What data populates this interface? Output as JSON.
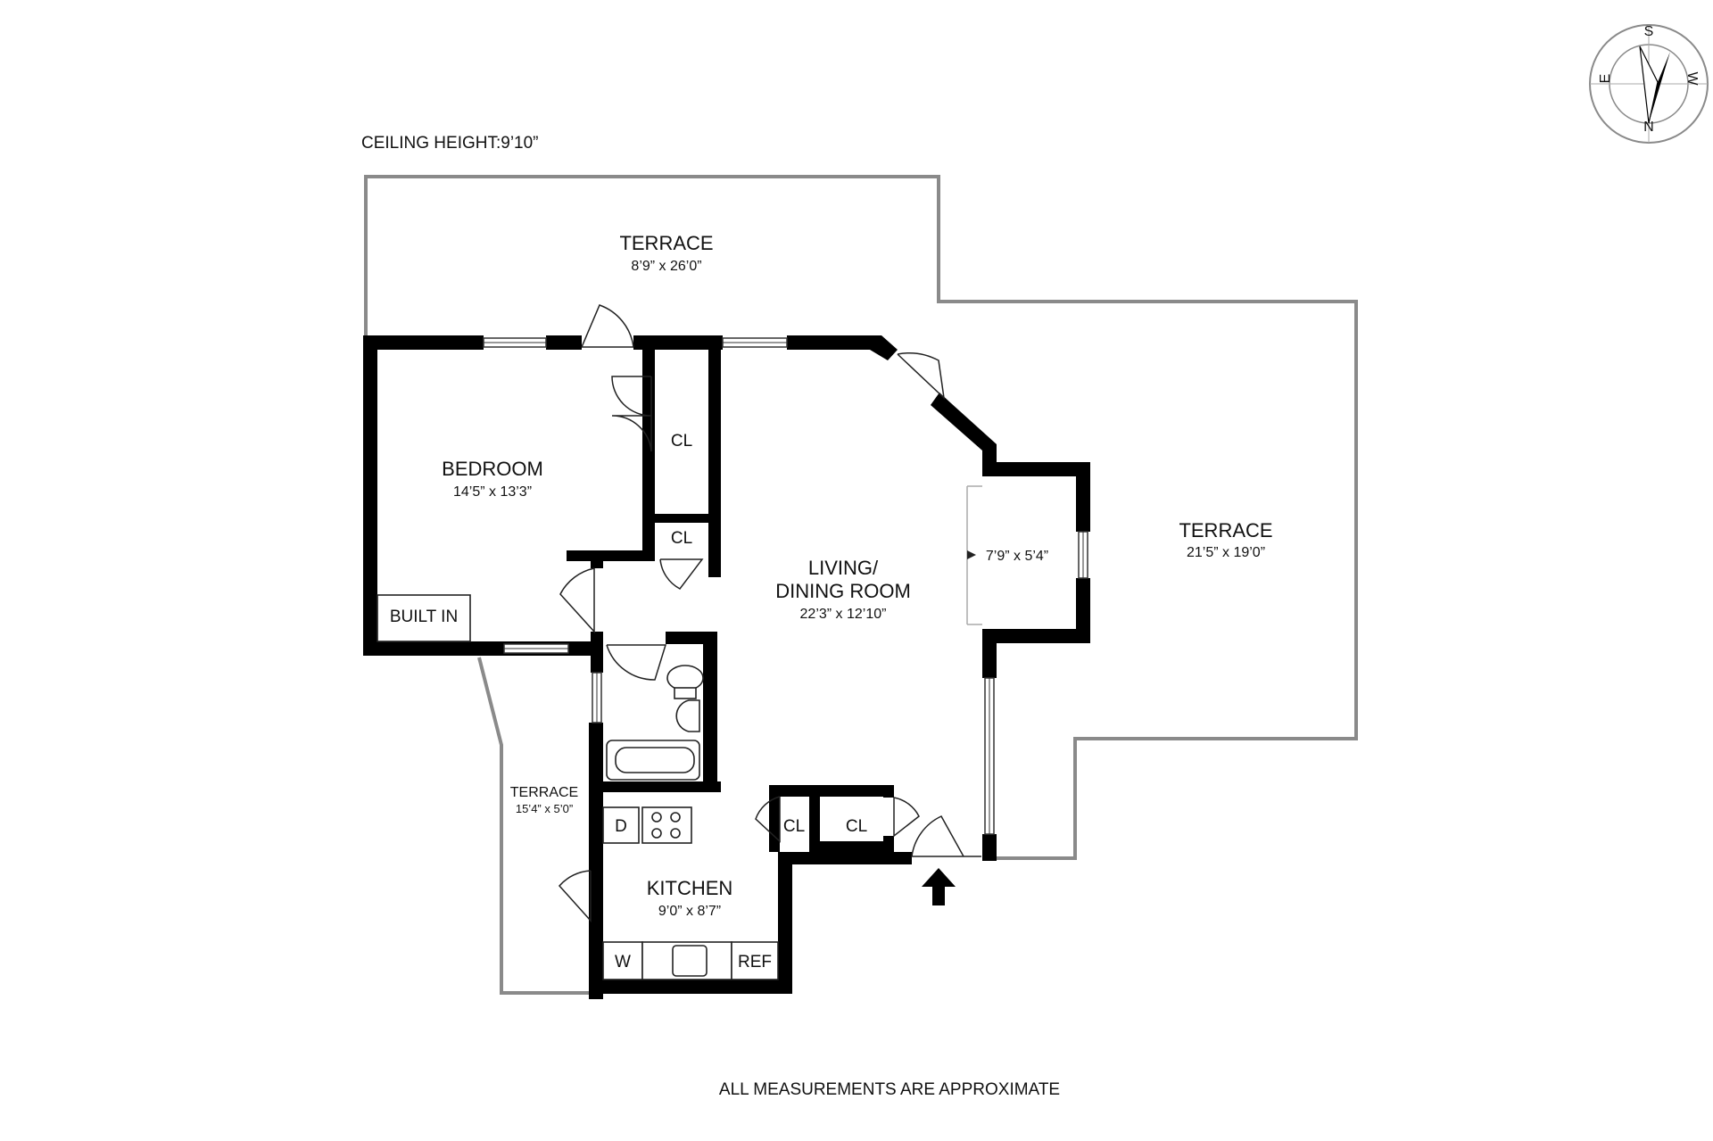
{
  "header": {
    "ceiling_height": "CEILING HEIGHT:9’10”"
  },
  "footer": {
    "note": "ALL MEASUREMENTS ARE APPROXIMATE"
  },
  "compass": {
    "labels": {
      "south": "S",
      "west": "W",
      "north": "N",
      "east": "E"
    }
  },
  "rooms": {
    "terrace_top": {
      "name": "TERRACE",
      "dims": "8’9” x 26’0”"
    },
    "terrace_right": {
      "name": "TERRACE",
      "dims": "21’5” x 19’0”"
    },
    "terrace_left": {
      "name": "TERRACE",
      "dims": "15’4” x 5’0”"
    },
    "bedroom": {
      "name": "BEDROOM",
      "dims": "14’5” x 13’3”"
    },
    "living": {
      "name_line1": "LIVING/",
      "name_line2": "DINING ROOM",
      "dims": "22’3” x 12’10”"
    },
    "alcove": {
      "dims": "7’9” x 5’4”"
    },
    "kitchen": {
      "name": "KITCHEN",
      "dims": "9’0” x 8’7”"
    }
  },
  "fixtures": {
    "built_in": "BUILT IN",
    "closet": "CL",
    "dishwasher": "D",
    "washer": "W",
    "refrigerator": "REF"
  },
  "colors": {
    "wall": "#000000",
    "terrace_outline": "#8a8a8a",
    "text": "#111111"
  }
}
